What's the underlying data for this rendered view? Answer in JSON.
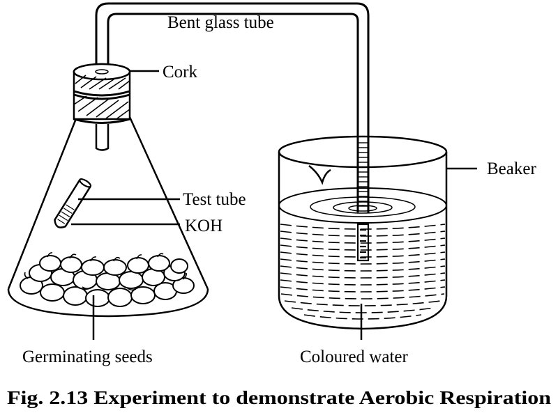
{
  "labels": {
    "bent_glass_tube": "Bent glass tube",
    "cork": "Cork",
    "test_tube": "Test tube",
    "koh": "KOH",
    "beaker": "Beaker",
    "germinating_seeds": "Germinating seeds",
    "coloured_water": "Coloured water"
  },
  "caption": "Fig. 2.13 Experiment to demonstrate Aerobic Respiration",
  "colors": {
    "ink": "#000000",
    "paper": "#ffffff"
  }
}
